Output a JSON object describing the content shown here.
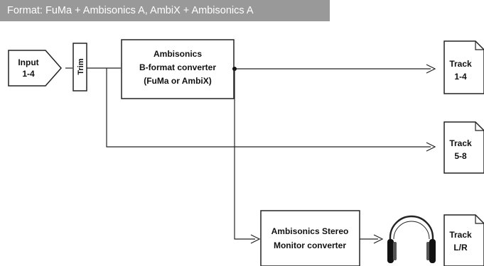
{
  "header": {
    "format_title": "Format: FuMa + Ambisonics A, AmbiX + Ambisonics A"
  },
  "nodes": {
    "input": {
      "line1": "Input",
      "line2": "1-4"
    },
    "trim": {
      "label": "Trim"
    },
    "converter": {
      "line1": "Ambisonics",
      "line2": "B-format converter",
      "line3": "(FuMa or AmbiX)"
    },
    "monitor": {
      "line1": "Ambisonics Stereo",
      "line2": "Monitor converter"
    },
    "track1": {
      "line1": "Track",
      "line2": "1-4"
    },
    "track2": {
      "line1": "Track",
      "line2": "5-8"
    },
    "track3": {
      "line1": "Track",
      "line2": "L/R"
    }
  },
  "icons": {
    "headphones": "headphones-icon"
  }
}
